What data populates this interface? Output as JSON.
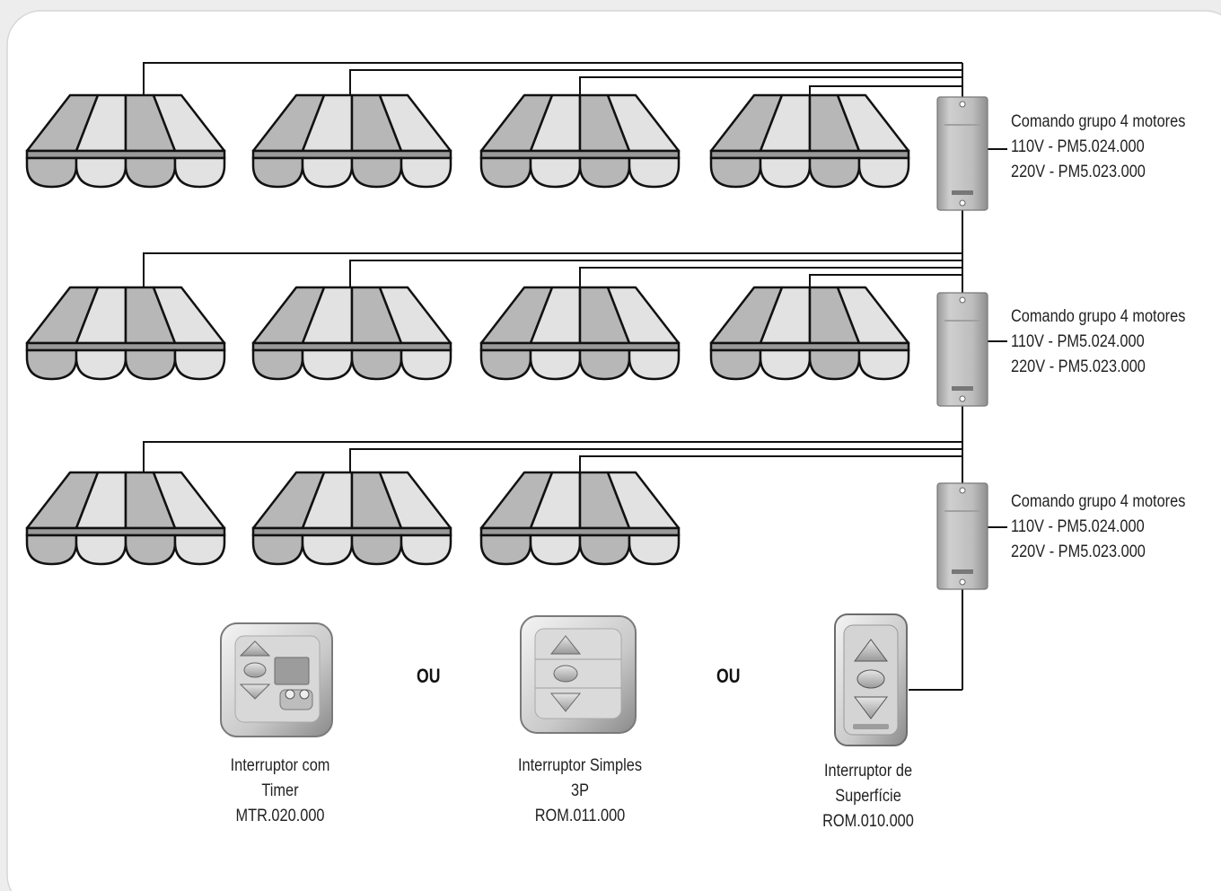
{
  "awning_rows": [
    4,
    4,
    3
  ],
  "control_boxes": [
    {
      "title": "Comando grupo 4 motores",
      "line1": "110V - PM5.024.000",
      "line2": "220V - PM5.023.000"
    },
    {
      "title": "Comando grupo 4 motores",
      "line1": "110V - PM5.024.000",
      "line2": "220V - PM5.023.000"
    },
    {
      "title": "Comando grupo 4 motores",
      "line1": "110V - PM5.024.000",
      "line2": "220V - PM5.023.000"
    }
  ],
  "switches": [
    {
      "line1": "Interruptor com",
      "line2": "Timer",
      "code": "MTR.020.000"
    },
    {
      "line1": "Interruptor Simples",
      "line2": "3P",
      "code": "ROM.011.000"
    },
    {
      "line1": "Interruptor  de",
      "line2": "Superfície",
      "code": "ROM.010.000"
    }
  ],
  "separators": [
    "OU",
    "OU"
  ],
  "colors": {
    "background": "#ededed",
    "panel": "#ffffff",
    "awning_dark": "#b7b7b7",
    "awning_light": "#e2e2e2",
    "wire": "#111111",
    "control_box": "#c8c8c8"
  }
}
